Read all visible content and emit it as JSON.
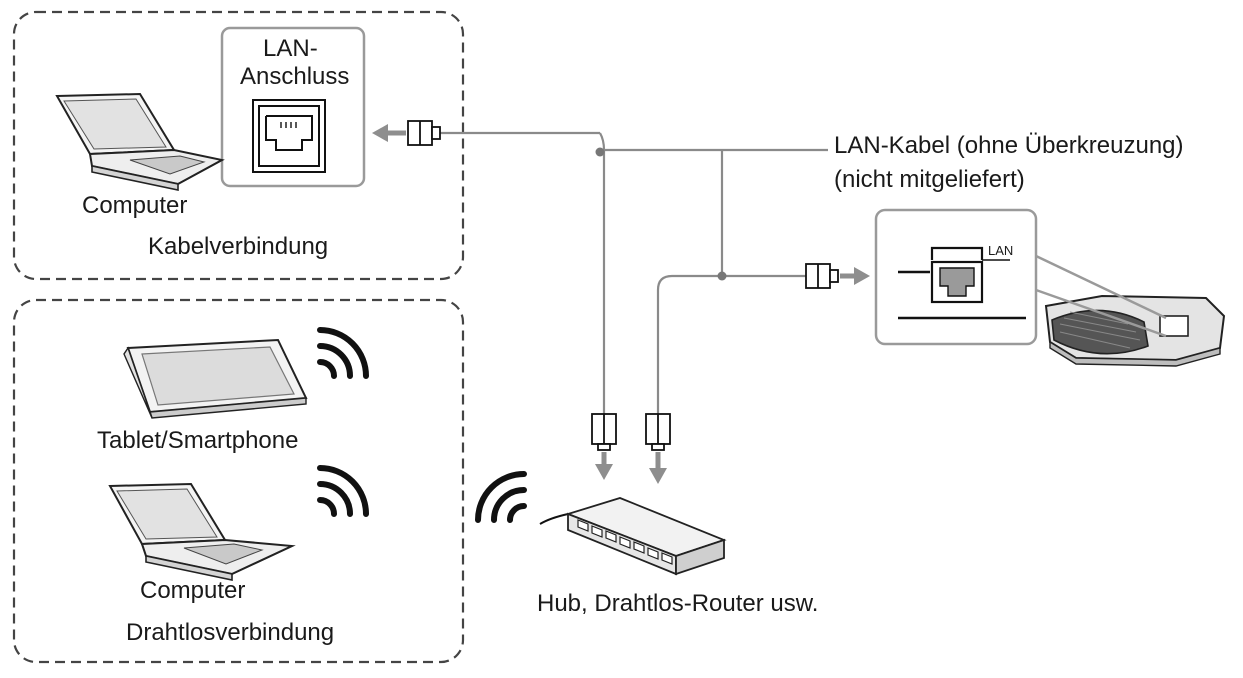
{
  "diagram": {
    "wired_section": {
      "port_label_line1": "LAN-",
      "port_label_line2": "Anschluss",
      "device_label": "Computer",
      "section_label": "Kabelverbindung"
    },
    "wireless_section": {
      "tablet_label": "Tablet/Smartphone",
      "device_label": "Computer",
      "section_label": "Drahtlosverbindung"
    },
    "cable": {
      "label_line1": "LAN-Kabel (ohne Überkreuzung)",
      "label_line2": "(nicht mitgeliefert)"
    },
    "projector": {
      "port_label": "LAN"
    },
    "hub": {
      "label": "Hub, Drahtlos-Router usw."
    },
    "icons": [
      "laptop-icon",
      "tablet-icon",
      "wifi-signal-icon",
      "lan-port-icon",
      "rj45-plug-icon",
      "hub-icon",
      "projector-icon"
    ],
    "colors": {
      "line": "#1a1a1a",
      "cable": "#8a8a8a",
      "arrow": "#8e8e8e",
      "panel_border": "#9a9a9a"
    }
  }
}
